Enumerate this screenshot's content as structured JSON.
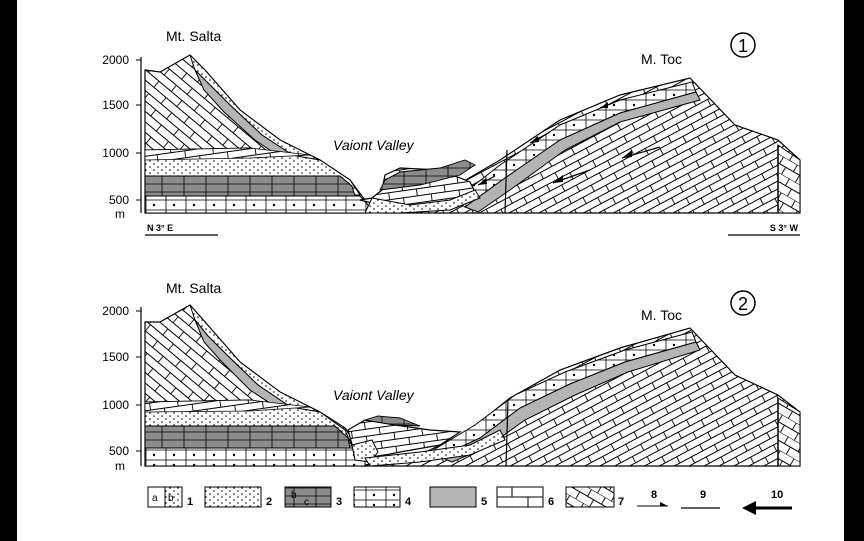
{
  "section1": {
    "number": "1",
    "peak_left": "Mt. Salta",
    "peak_right": "M. Toc",
    "valley": "Vaiont Valley",
    "axis_ticks": [
      "2000",
      "1500",
      "1000",
      "500"
    ],
    "axis_unit": "m",
    "dir_left": "N 3° E",
    "dir_right": "S 3° W"
  },
  "section2": {
    "number": "2",
    "peak_left": "Mt. Salta",
    "peak_right": "M. Toc",
    "valley": "Vaiont Valley",
    "axis_ticks": [
      "2000",
      "1500",
      "1000",
      "500"
    ],
    "axis_unit": "m"
  },
  "legend": {
    "items": [
      {
        "number": "1",
        "sublabels": [
          "a",
          "b"
        ],
        "pattern": "dots-blocks"
      },
      {
        "number": "2",
        "pattern": "dots"
      },
      {
        "number": "3",
        "sublabels": [
          "b",
          "c"
        ],
        "pattern": "dark-bricks"
      },
      {
        "number": "4",
        "pattern": "dotted-bricks"
      },
      {
        "number": "5",
        "pattern": "solid-gray"
      },
      {
        "number": "6",
        "pattern": "bricks"
      },
      {
        "number": "7",
        "pattern": "slanted"
      },
      {
        "number": "8",
        "pattern": "half-arrow"
      },
      {
        "number": "9",
        "pattern": "line"
      },
      {
        "number": "10",
        "pattern": "bold-arrow"
      }
    ]
  },
  "colors": {
    "dark_layer": "#8c8c8c",
    "gray_layer": "#b4b4b4",
    "ink": "#000000",
    "paper": "#ffffff"
  }
}
